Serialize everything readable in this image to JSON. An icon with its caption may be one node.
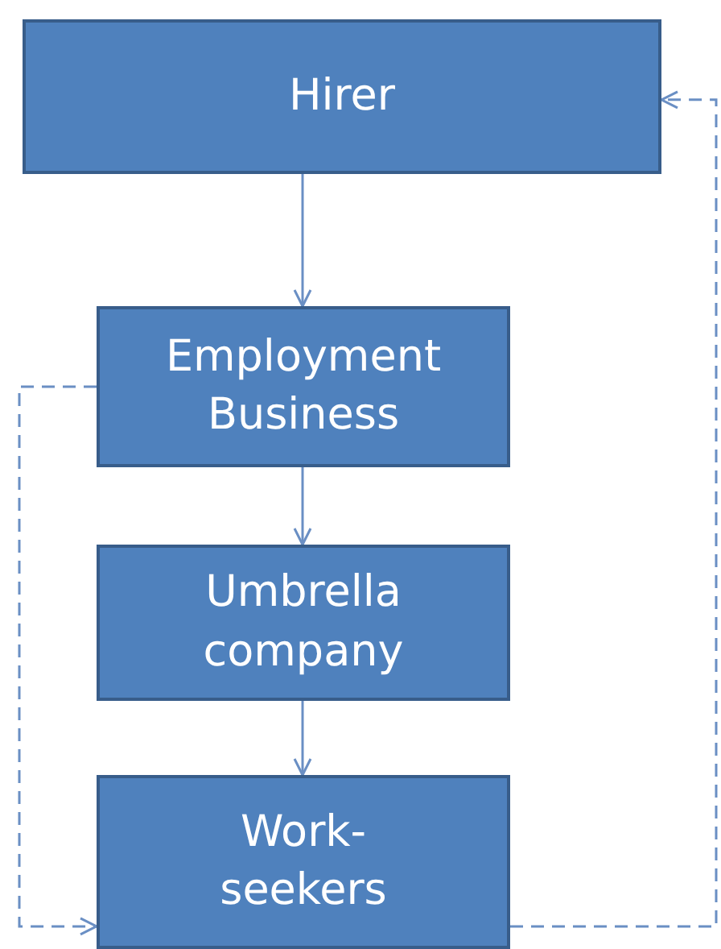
{
  "diagram": {
    "nodes": [
      {
        "text": [
          "Hirer"
        ]
      },
      {
        "text": [
          "Employment Business"
        ]
      },
      {
        "text": [
          "Umbrella company"
        ]
      },
      {
        "text": [
          "Work- seekers"
        ]
      }
    ],
    "edges": [
      {
        "from": 0,
        "to": 1,
        "arrow": "to"
      },
      {
        "from": 1,
        "to": 2,
        "arrow": "to"
      },
      {
        "from": 2,
        "to": 3,
        "arrow": "to"
      },
      {
        "from": 1,
        "to": 3,
        "arrow": "to",
        "style": "dashed"
      },
      {
        "from": 3,
        "to": 0,
        "arrow": "to",
        "style": "dashed"
      }
    ]
  }
}
